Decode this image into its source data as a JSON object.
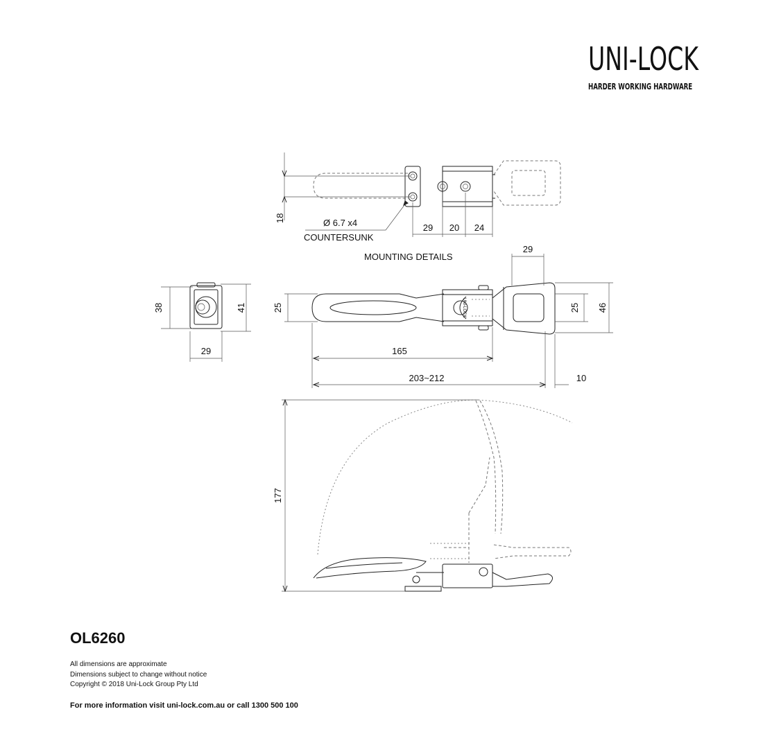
{
  "brand": {
    "name": "UNI-LOCK",
    "tagline": "HARDER WORKING HARDWARE"
  },
  "mounting": {
    "title": "MOUNTING DETAILS",
    "hole_spec": "Ø 6.7 x4",
    "hole_type": "COUNTERSUNK",
    "dims": [
      "18",
      "29",
      "20",
      "24"
    ]
  },
  "views": {
    "end_view": {
      "height_left": "38",
      "height_right": "41",
      "width": "29"
    },
    "top_view": {
      "handle_width": "25",
      "length_body": "165",
      "length_total": "203~212",
      "keeper_width_small": "29",
      "keeper_width": "25",
      "keeper_height": "46",
      "keeper_offset": "10",
      "brand_mark": "UNI-LOCK"
    },
    "side_view": {
      "open_height": "177"
    }
  },
  "product": {
    "code": "OL6260"
  },
  "notes": [
    "All dimensions are approximate",
    "Dimensions subject to change without notice",
    "Copyright © 2018 Uni-Lock Group Pty Ltd"
  ],
  "contact": "For more information visit uni-lock.com.au or call 1300 500 100"
}
